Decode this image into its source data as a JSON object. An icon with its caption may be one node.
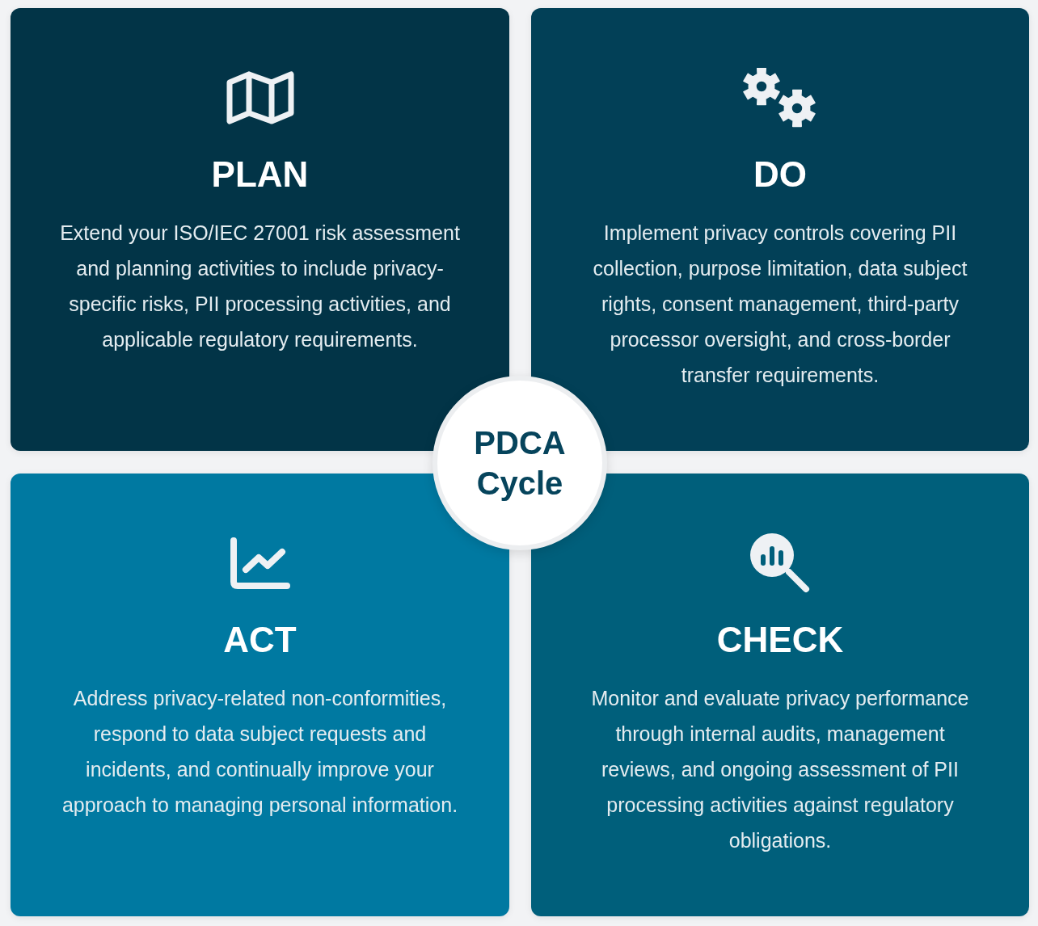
{
  "diagram": {
    "nodes": [
      {
        "text": [
          "PLAN",
          "Extend your ISO/IEC 27001 risk assessment and planning activities to include privacy-specific risks, PII processing activities, and applicable regulatory requirements."
        ]
      },
      {
        "text": [
          "DO",
          "Implement privacy controls covering PII collection, purpose limitation, data subject rights, consent management, third-party processor oversight, and cross-border transfer requirements."
        ]
      },
      {
        "text": [
          "PDCA Cycle"
        ]
      },
      {
        "text": [
          "ACT",
          "Address privacy-related non-conformities, respond to data subject requests and incidents, and continually improve your approach to managing personal information."
        ]
      },
      {
        "text": [
          "CHECK",
          "Monitor and evaluate privacy performance through internal audits, management reviews, and ongoing assessment of PII processing activities against regulatory obligations."
        ]
      }
    ]
  }
}
